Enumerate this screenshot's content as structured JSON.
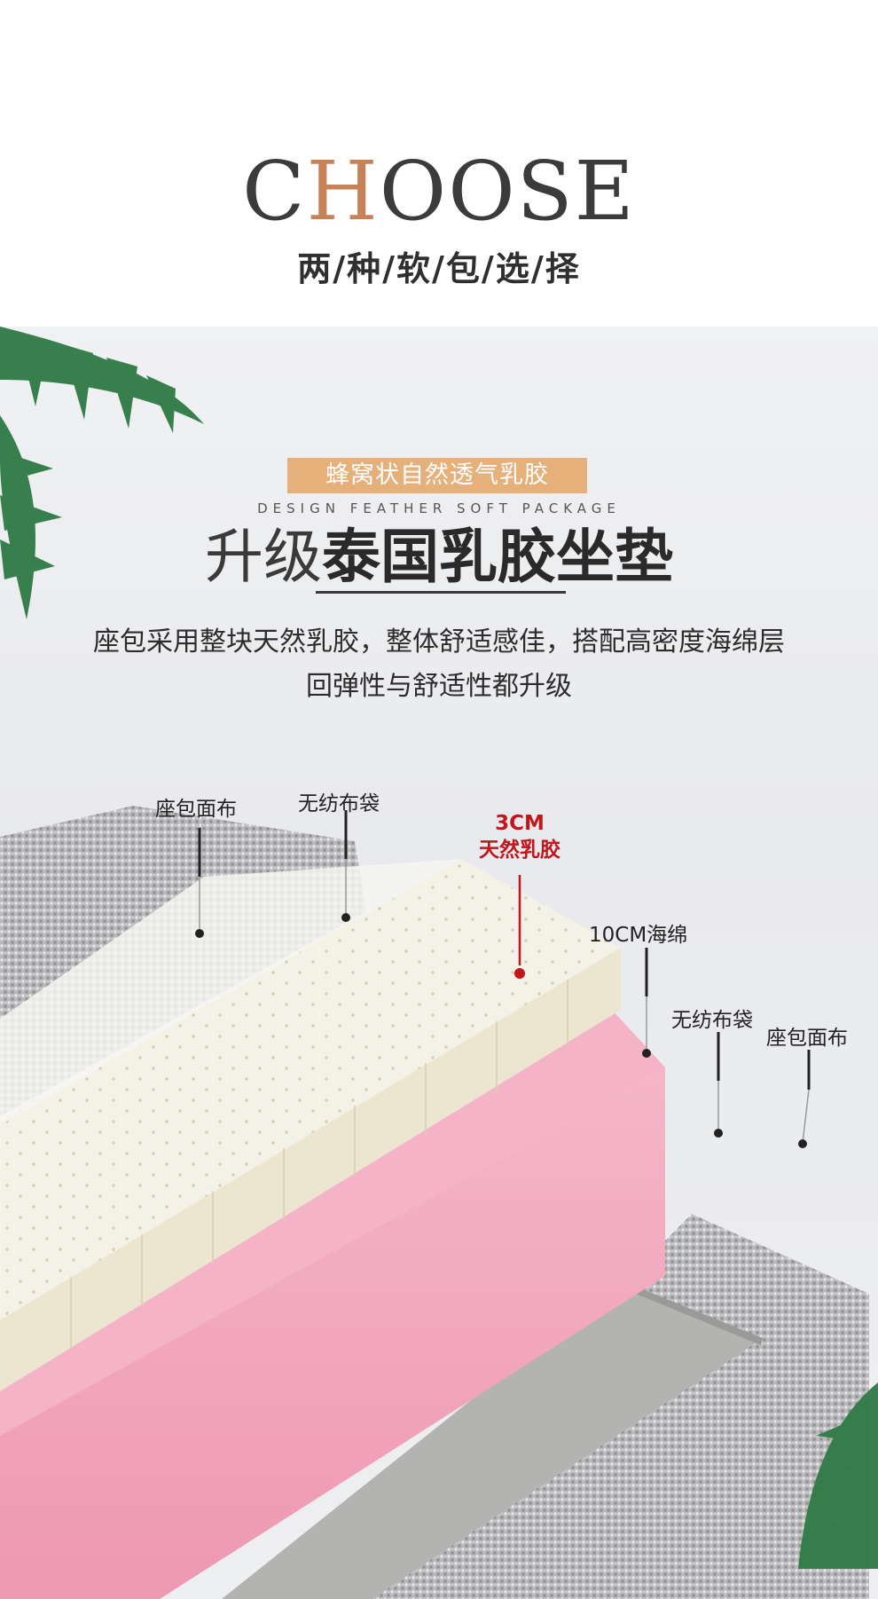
{
  "header": {
    "title_part1": "C",
    "title_accent": "H",
    "title_part2": "OOSE",
    "subtitle": "两/种/软/包/选/择"
  },
  "hero": {
    "tag": "蜂窝状自然透气乳胶",
    "design_en": "DESIGN FEATHER SOFT PACKAGE",
    "title_light": "升级",
    "title_bold": "泰国乳胶坐垫",
    "desc_line1": "座包采用整块天然乳胶，整体舒适感佳，搭配高密度海绵层",
    "desc_line2": "回弹性与舒适性都升级"
  },
  "layers": {
    "seat_fabric_top": "座包面布",
    "nonwoven_top": "无纺布袋",
    "latex_thickness": "3CM",
    "latex_name": "天然乳胶",
    "sponge": "10CM海绵",
    "nonwoven_bottom": "无纺布袋",
    "seat_fabric_bottom": "座包面布"
  },
  "colors": {
    "accent_orange": "#c8825a",
    "tag_bg": "#e6b07a",
    "highlight_red": "#c0161c",
    "sponge_pink": "#f2a7bd",
    "latex_cream": "#f4f1e6",
    "nonwoven_gray": "#b4b4b2"
  },
  "icons": [
    "palm-leaf-icon"
  ]
}
